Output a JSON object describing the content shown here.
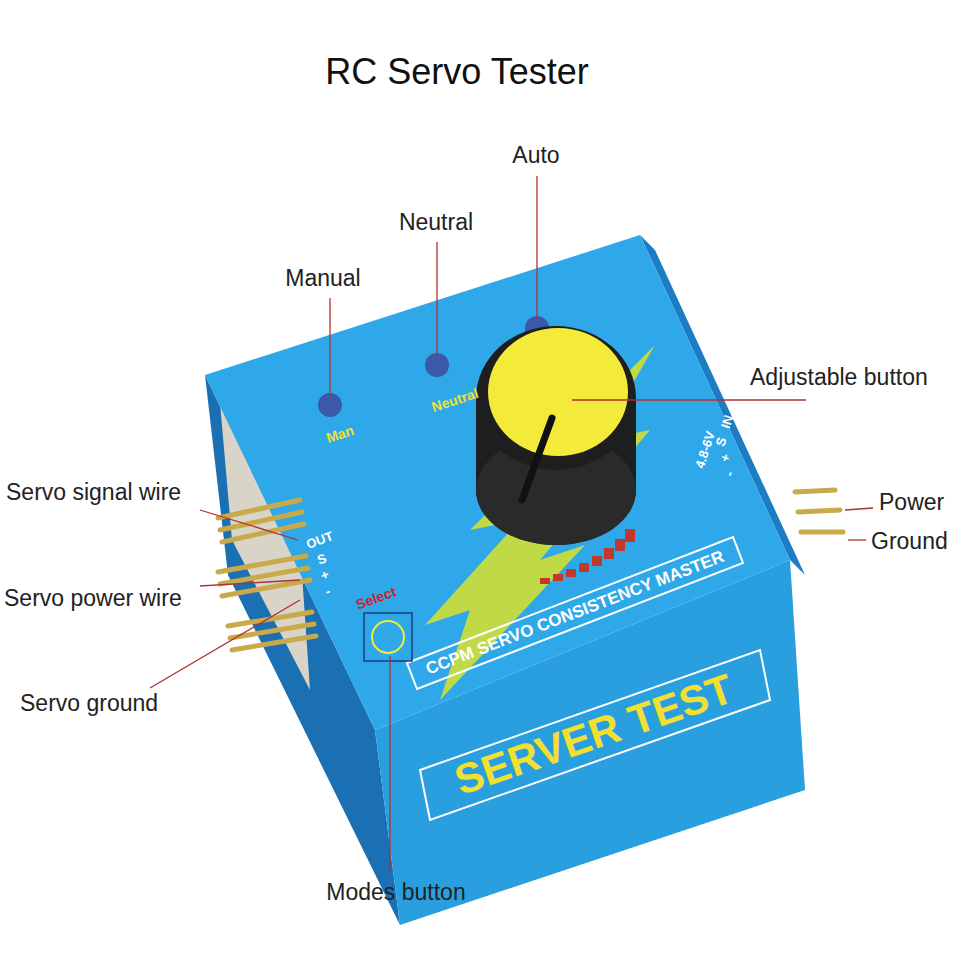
{
  "diagram": {
    "title": "RC Servo Tester",
    "labels": [
      "Auto",
      "Neutral",
      "Manual",
      "Adjustable button",
      "Servo signal wire",
      "Servo power wire",
      "Servo ground",
      "Power",
      "Ground",
      "Modes button",
      "Man",
      "Neutral",
      "4.8-6V",
      "IN",
      "S",
      "+",
      "-",
      "OUT",
      "S",
      "+",
      "-",
      "Select",
      "CCPM SERVO CONSISTENCY MASTER",
      "SERVER TEST"
    ]
  }
}
